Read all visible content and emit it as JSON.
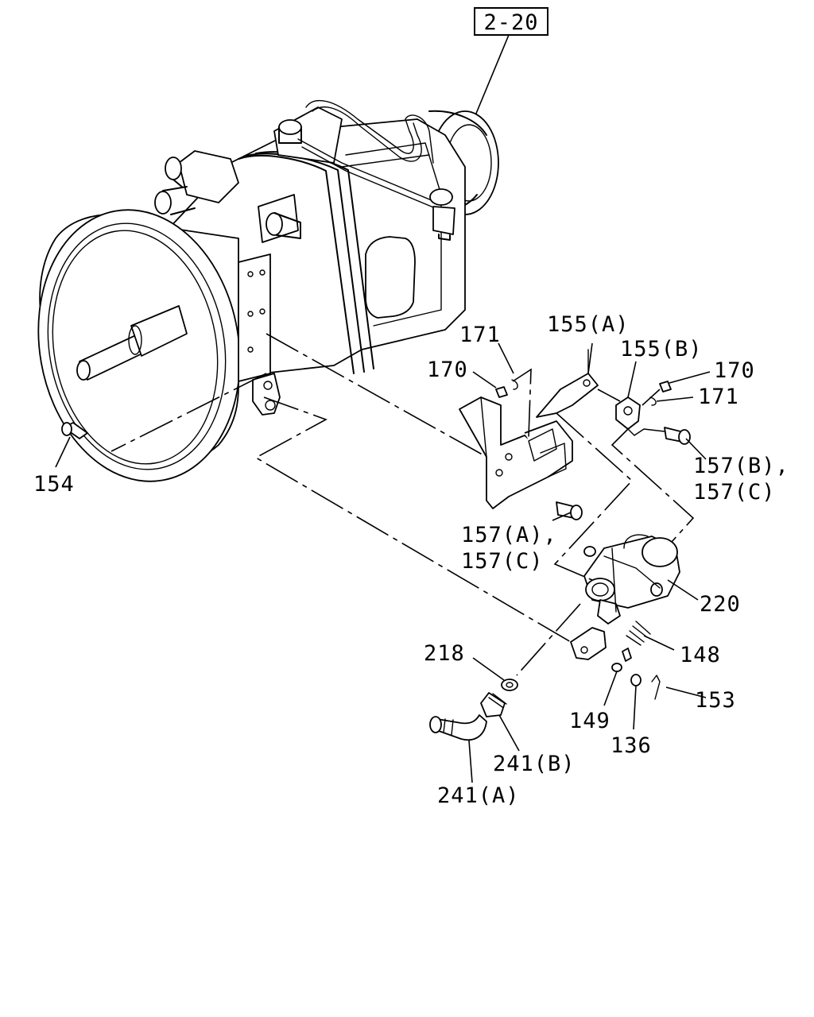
{
  "ref_box": "2-20",
  "labels": {
    "p154": "154",
    "p171a": "171",
    "p170a": "170",
    "p155a": "155(A)",
    "p155b": "155(B)",
    "p170b": "170",
    "p171b": "171",
    "p157b": "157(B),",
    "p157c1": "157(C)",
    "p157a": "157(A),",
    "p157c2": "157(C)",
    "p220": "220",
    "p218": "218",
    "p148": "148",
    "p153": "153",
    "p149": "149",
    "p136": "136",
    "p241b": "241(B)",
    "p241a": "241(A)"
  }
}
